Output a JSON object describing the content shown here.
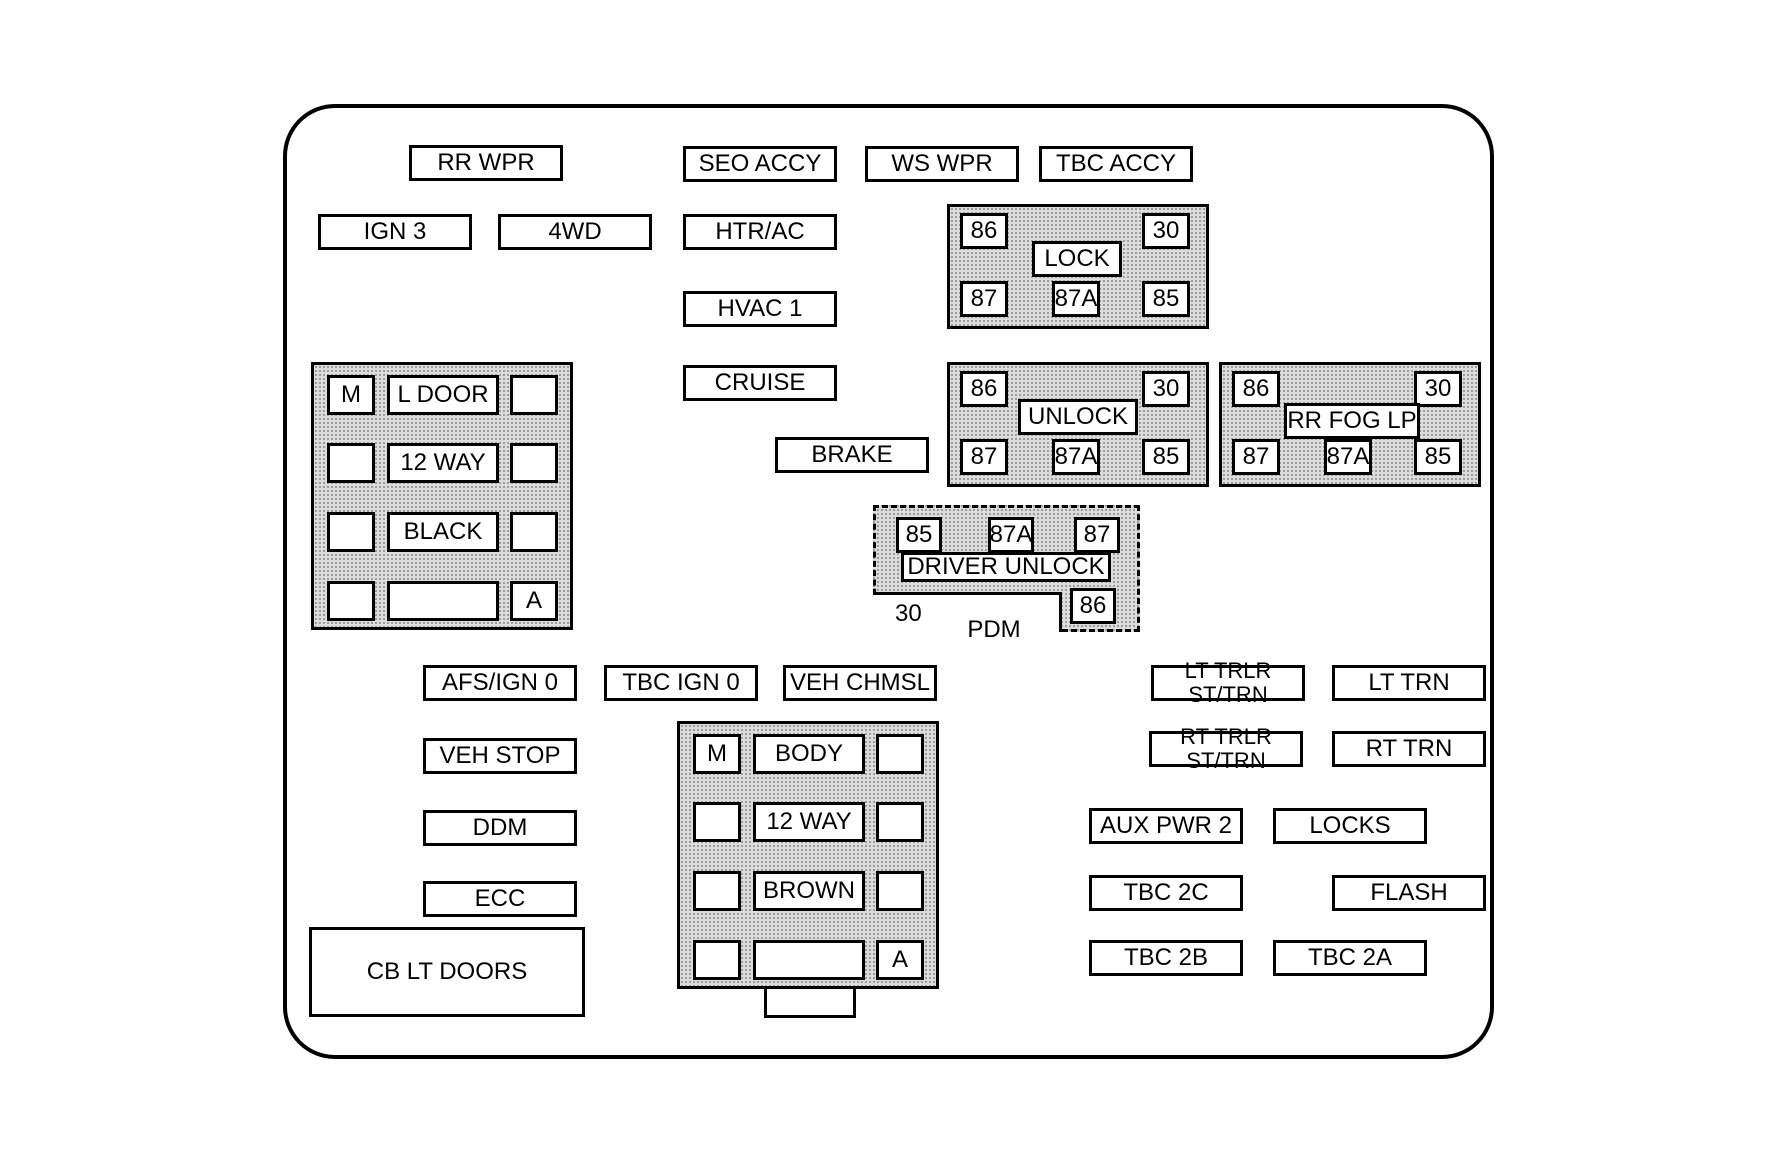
{
  "fuses": {
    "rr_wpr": "RR WPR",
    "seo_accy": "SEO ACCY",
    "ws_wpr": "WS WPR",
    "tbc_accy": "TBC ACCY",
    "ign3": "IGN 3",
    "fwd": "4WD",
    "htr_ac": "HTR/AC",
    "hvac1": "HVAC 1",
    "cruise": "CRUISE",
    "brake": "BRAKE",
    "afs_ign0": "AFS/IGN 0",
    "tbc_ign0": "TBC IGN 0",
    "veh_chmsl": "VEH CHMSL",
    "veh_stop": "VEH STOP",
    "ddm": "DDM",
    "ecc": "ECC",
    "lt_trlr": "LT TRLR\nST/TRN",
    "lt_trn": "LT TRN",
    "rt_trlr": "RT TRLR\nST/TRN",
    "rt_trn": "RT TRN",
    "aux_pwr2": "AUX PWR 2",
    "locks": "LOCKS",
    "tbc_2c": "TBC 2C",
    "flash": "FLASH",
    "tbc_2b": "TBC 2B",
    "tbc_2a": "TBC 2A"
  },
  "circuit_breaker": {
    "label": "CB\nLT DOORS"
  },
  "relays": {
    "lock": {
      "name": "LOCK",
      "p86": "86",
      "p30": "30",
      "p87": "87",
      "p87a": "87A",
      "p85": "85"
    },
    "unlock": {
      "name": "UNLOCK",
      "p86": "86",
      "p30": "30",
      "p87": "87",
      "p87a": "87A",
      "p85": "85"
    },
    "rr_fog": {
      "name": "RR FOG LP",
      "p86": "86",
      "p30": "30",
      "p87": "87",
      "p87a": "87A",
      "p85": "85"
    },
    "driver_unlock": {
      "name": "DRIVER UNLOCK",
      "p85": "85",
      "p87a": "87A",
      "p87": "87",
      "p30": "30",
      "p86": "86",
      "module": "PDM"
    }
  },
  "connectors": {
    "left": {
      "m": "M",
      "name": "L DOOR",
      "type": "12 WAY",
      "color": "BLACK",
      "a": "A"
    },
    "body": {
      "m": "M",
      "name": "BODY",
      "type": "12 WAY",
      "color": "BROWN",
      "a": "A"
    }
  }
}
